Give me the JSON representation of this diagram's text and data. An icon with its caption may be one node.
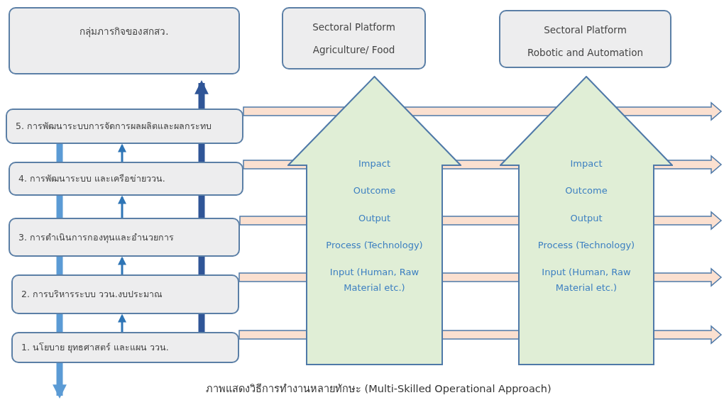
{
  "diagram": {
    "caption": "ภาพแสดงวิธีการทำงานหลายทักษะ (Multi-Skilled Operational Approach)",
    "nodes": [
      {
        "text": [
          "กลุ่มภารกิจของสกสว."
        ]
      },
      {
        "text": [
          "Sectoral Platform",
          "Agriculture/ Food"
        ]
      },
      {
        "text": [
          "Sectoral Platform",
          "Robotic and Automation"
        ]
      },
      {
        "text": [
          "5. การพัฒนาระบบการจัดการผลผลิตและผลกระทบ"
        ]
      },
      {
        "text": [
          "4. การพัฒนาระบบ และเครือข่ายววน."
        ]
      },
      {
        "text": [
          "3. การดำเนินการกองทุนและอำนวยการ"
        ]
      },
      {
        "text": [
          "2. การบริหารระบบ ววน.งบประมาณ"
        ]
      },
      {
        "text": [
          "1. นโยบาย ยุทธศาสตร์ และแผน ววน."
        ]
      },
      {
        "text": [
          "Impact",
          "Outcome",
          "Output",
          "Process (Technology)",
          "Input (Human, Raw Material etc.)"
        ]
      },
      {
        "text": [
          "Impact",
          "Outcome",
          "Output",
          "Process (Technology)",
          "Input (Human, Raw Material etc.)"
        ]
      }
    ],
    "edges": [
      {
        "from": 7,
        "to": 6,
        "arrow": "to",
        "color": "#2e75b6"
      },
      {
        "from": 6,
        "to": 5,
        "arrow": "to",
        "color": "#2e75b6"
      },
      {
        "from": 5,
        "to": 4,
        "arrow": "to",
        "color": "#2e75b6"
      },
      {
        "from": 4,
        "to": 3,
        "arrow": "to",
        "color": "#2e75b6"
      },
      {
        "from": 3,
        "to": 0,
        "arrow": "to",
        "style": "thick",
        "color": "#2f5597"
      },
      {
        "from": 7,
        "to": null,
        "arrow": "to",
        "style": "thick",
        "color": "#5b9bd5"
      },
      {
        "from": 3,
        "to": null,
        "arrow": "to",
        "style": "thick"
      },
      {
        "from": 4,
        "to": null,
        "arrow": "to",
        "style": "thick"
      },
      {
        "from": 5,
        "to": null,
        "arrow": "to",
        "style": "thick"
      },
      {
        "from": 6,
        "to": null,
        "arrow": "to",
        "style": "thick"
      },
      {
        "from": 7,
        "to": null,
        "arrow": "to",
        "style": "thick"
      }
    ]
  }
}
